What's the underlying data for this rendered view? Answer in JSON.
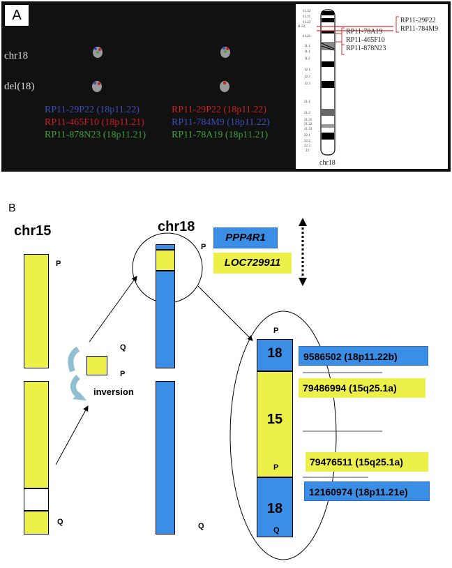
{
  "panel_a": {
    "label": "A",
    "row_labels": [
      "chr18",
      "del(18)"
    ],
    "probes_left": [
      {
        "text": "RP11-29P22 (18p11.22)",
        "color": "#3a4fb8"
      },
      {
        "text": "RP11-465F10 (18p11.21)",
        "color": "#cc2020"
      },
      {
        "text": "RP11-878N23 (18p11.21)",
        "color": "#3aa038"
      }
    ],
    "probes_right": [
      {
        "text": "RP11-29P22 (18p11.22)",
        "color": "#cc2020"
      },
      {
        "text": "RP11-784M9 (18p11.22)",
        "color": "#3a4fb8"
      },
      {
        "text": "RP11-78A19 (18p11.21)",
        "color": "#3aa038"
      }
    ],
    "ideogram": {
      "title": "chr18",
      "bands": [
        "11.32",
        "11.31",
        "11.23",
        "11.22",
        "11.21",
        "11.1",
        "11.1",
        "11.2",
        "12.1",
        "12.2",
        "12.3",
        "21.1",
        "21.2",
        "21.31",
        "21.32",
        "21.33",
        "22.1",
        "22.2",
        "22.3",
        "23"
      ],
      "clone_labels": [
        "RP11-29P22",
        "RP11-784M9",
        "RP11-78A19",
        "RP11-465F10",
        "RP11-878N23"
      ]
    }
  },
  "panel_b": {
    "label": "B",
    "chr15_title": "chr15",
    "chr18_title": "chr18",
    "arm_p": "P",
    "arm_q": "Q",
    "inversion_label": "inversion",
    "gene_boxes": [
      {
        "text": "PPP4R1",
        "color": "#3a8ee6"
      },
      {
        "text": "LOC729911",
        "color": "#eef04a"
      }
    ],
    "zoom_segments": [
      "18",
      "15",
      "18"
    ],
    "coordinates": [
      {
        "text": "9586502 (18p11.22b)",
        "color": "#3a8ee6"
      },
      {
        "text": "79486994 (15q25.1a)",
        "color": "#eef04a"
      },
      {
        "text": "79476511 (15q25.1a)",
        "color": "#eef04a"
      },
      {
        "text": "12160974 (18p11.21e)",
        "color": "#3a8ee6"
      }
    ]
  }
}
